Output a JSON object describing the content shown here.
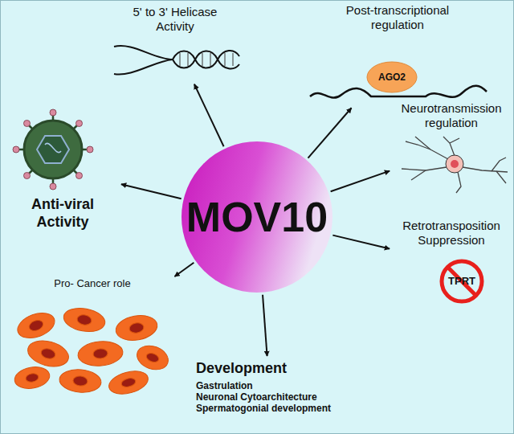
{
  "diagram": {
    "nodes": [
      {
        "text": [
          "5' to 3' Helicase Activity"
        ]
      },
      {
        "text": [
          "Post-transcriptional regulation"
        ]
      },
      {
        "text": [
          "AGO2"
        ],
        "in": 1
      },
      {
        "text": [
          "Anti-viral Activity"
        ]
      },
      {
        "text": [
          "MOV10"
        ]
      },
      {
        "text": [
          "Neurotransmission regulation"
        ]
      },
      {
        "text": [
          "Retrotransposition Suppression"
        ]
      },
      {
        "text": [
          "TPRT"
        ],
        "in": 6
      },
      {
        "text": [
          "Pro- Cancer role"
        ]
      },
      {
        "text": [
          "Development",
          "Gastrulation",
          "Neuronal Cytoarchitecture",
          "Spermatogonial development"
        ]
      }
    ],
    "edges": [
      {
        "from": 4,
        "to": 0,
        "arrow": "to"
      },
      {
        "from": 4,
        "to": 1,
        "arrow": "to"
      },
      {
        "from": 4,
        "to": 5,
        "arrow": "to"
      },
      {
        "from": 4,
        "to": 6,
        "arrow": "to"
      },
      {
        "from": 4,
        "to": 9,
        "arrow": "to"
      },
      {
        "from": 4,
        "to": 8,
        "arrow": "to"
      },
      {
        "from": 4,
        "to": 3,
        "arrow": "to"
      }
    ]
  }
}
